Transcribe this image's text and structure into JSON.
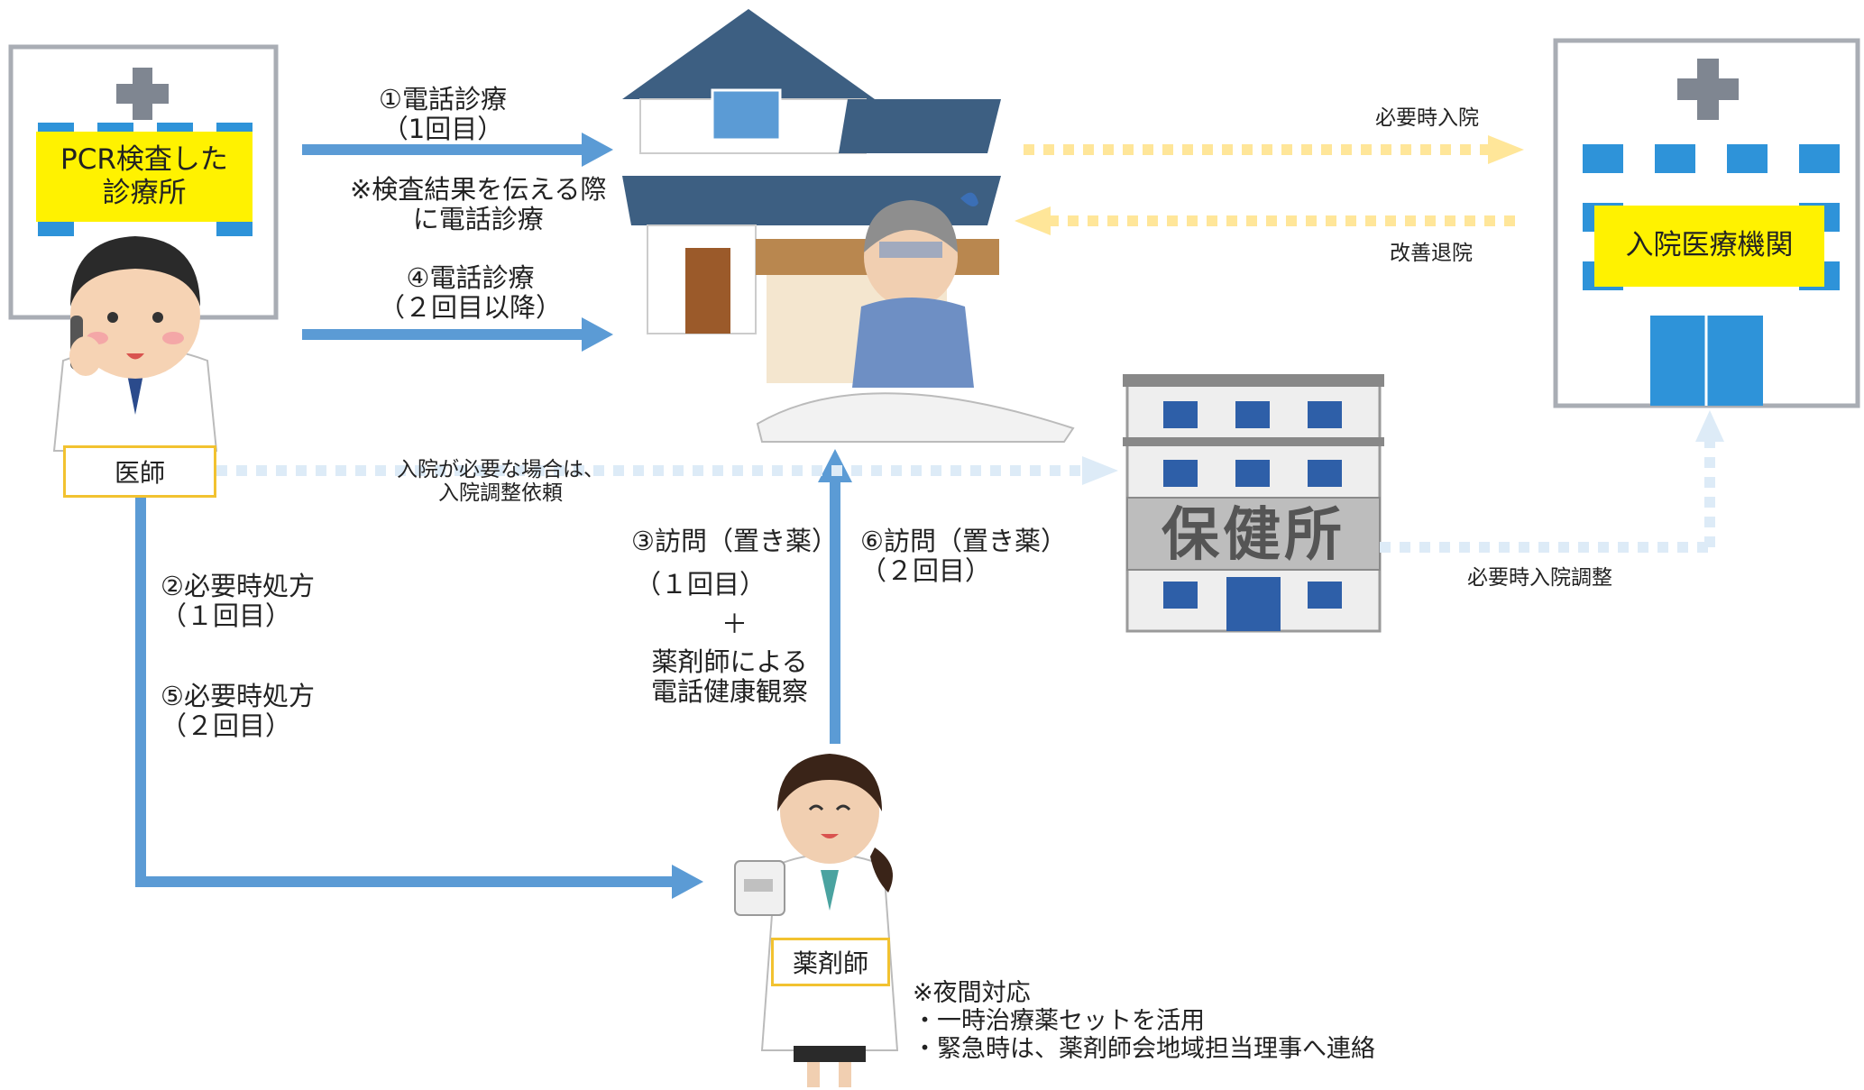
{
  "nodes": {
    "clinic": "PCR検査した\n診療所",
    "hospital": "入院医療機関",
    "health_center": "保健所",
    "doctor": "医師",
    "pharmacist": "薬剤師"
  },
  "labels": {
    "call1": "①電話診療\n（1回目）",
    "call1_note": "※検査結果を伝える際\nに電話診療",
    "call2": "④電話診療\n（２回目以降）",
    "admit_when_needed": "必要時入院",
    "discharge": "改善退院",
    "admission_request": "入院が必要な場合は、\n入院調整依頼",
    "admission_coordination": "必要時入院調整",
    "rx1": "②必要時処方\n（１回目）",
    "rx2": "⑤必要時処方\n（２回目）",
    "visit1": "③訪問（置き薬）",
    "visit1b": "（１回目）",
    "plus": "＋",
    "phone_observation": "薬剤師による\n電話健康観察",
    "visit2": "⑥訪問（置き薬）\n（２回目）",
    "night": "※夜間対応\n・一時治療薬セットを活用\n・緊急時は、薬剤師会地域担当理事へ連絡"
  },
  "colors": {
    "solid_arrow": "#5b9bd5",
    "yellow_dotted": "#ffe699",
    "blue_dotted": "#ddebf7",
    "label_box": "#fff200",
    "role_border": "#f2c230"
  }
}
